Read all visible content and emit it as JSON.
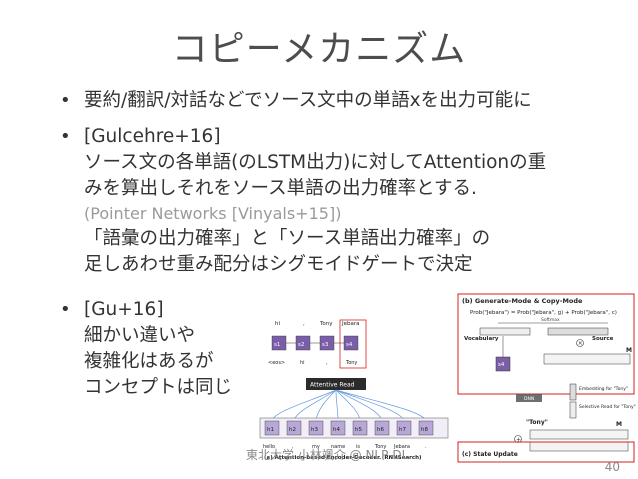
{
  "slide": {
    "title": "コピーメカニズム",
    "bullet1": "要約/翻訳/対話などでソース文中の単語xを出力可能に",
    "bullet2": {
      "line1": "[Gulcehre+16]",
      "line2": "ソース文の各単語(のLSTM出力)に対してAttentionの重",
      "line3": "みを算出しそれをソース単語の出力確率とする.",
      "note": "(Pointer Networks [Vinyals+15])",
      "line4": "「語彙の出力確率」と「ソース単語出力確率」の",
      "line5": "足しあわせ重み配分はシグモイドゲートで決定"
    },
    "bullet3": {
      "line1": "[Gu+16]",
      "line2": "細かい違いや",
      "line3": "複雑化はあるが",
      "line4": "コンセプトは同じ"
    },
    "footer": "東北大学 小林颯介 @ NLP-DL",
    "page_number": "40"
  },
  "diagram": {
    "panel_b_title": "(b) Generate-Mode & Copy-Mode",
    "prob_formula": "Prob(\"Jebara\") = Prob(\"Jebara\", g) + Prob(\"Jebara\", c)",
    "softmax": "Softmax",
    "vocabulary": "Vocabulary",
    "source": "Source",
    "m_label": "M",
    "s4": "s4",
    "dnn": "DNN",
    "embedding": "Embedding for \"Tony\"",
    "selective_read": "Selective Read for \"Tony\"",
    "tony_quote": "\"Tony\"",
    "panel_c_title": "(c) State Update",
    "panel_a_title": "(a) Attention-based Encoder-Decoder (RNNSearch)",
    "attentive_read": "Attentive Read",
    "decoder_outputs": [
      "hi",
      ",",
      "Tony",
      "Jebara"
    ],
    "decoder_states": [
      "s1",
      "s2",
      "s3",
      "s4"
    ],
    "decoder_inputs": [
      "<eos>",
      "hi",
      ",",
      "Tony"
    ],
    "encoder_states": [
      "h1",
      "h2",
      "h3",
      "h4",
      "h5",
      "h6",
      "h7",
      "h8"
    ],
    "encoder_words": [
      "hello",
      ",",
      "my",
      "name",
      "is",
      "Tony",
      "Jebara",
      "."
    ]
  },
  "colors": {
    "accent_red": "#d42020",
    "state_purple": "#7a5fa8",
    "attn_blue": "#3b7fd4"
  }
}
